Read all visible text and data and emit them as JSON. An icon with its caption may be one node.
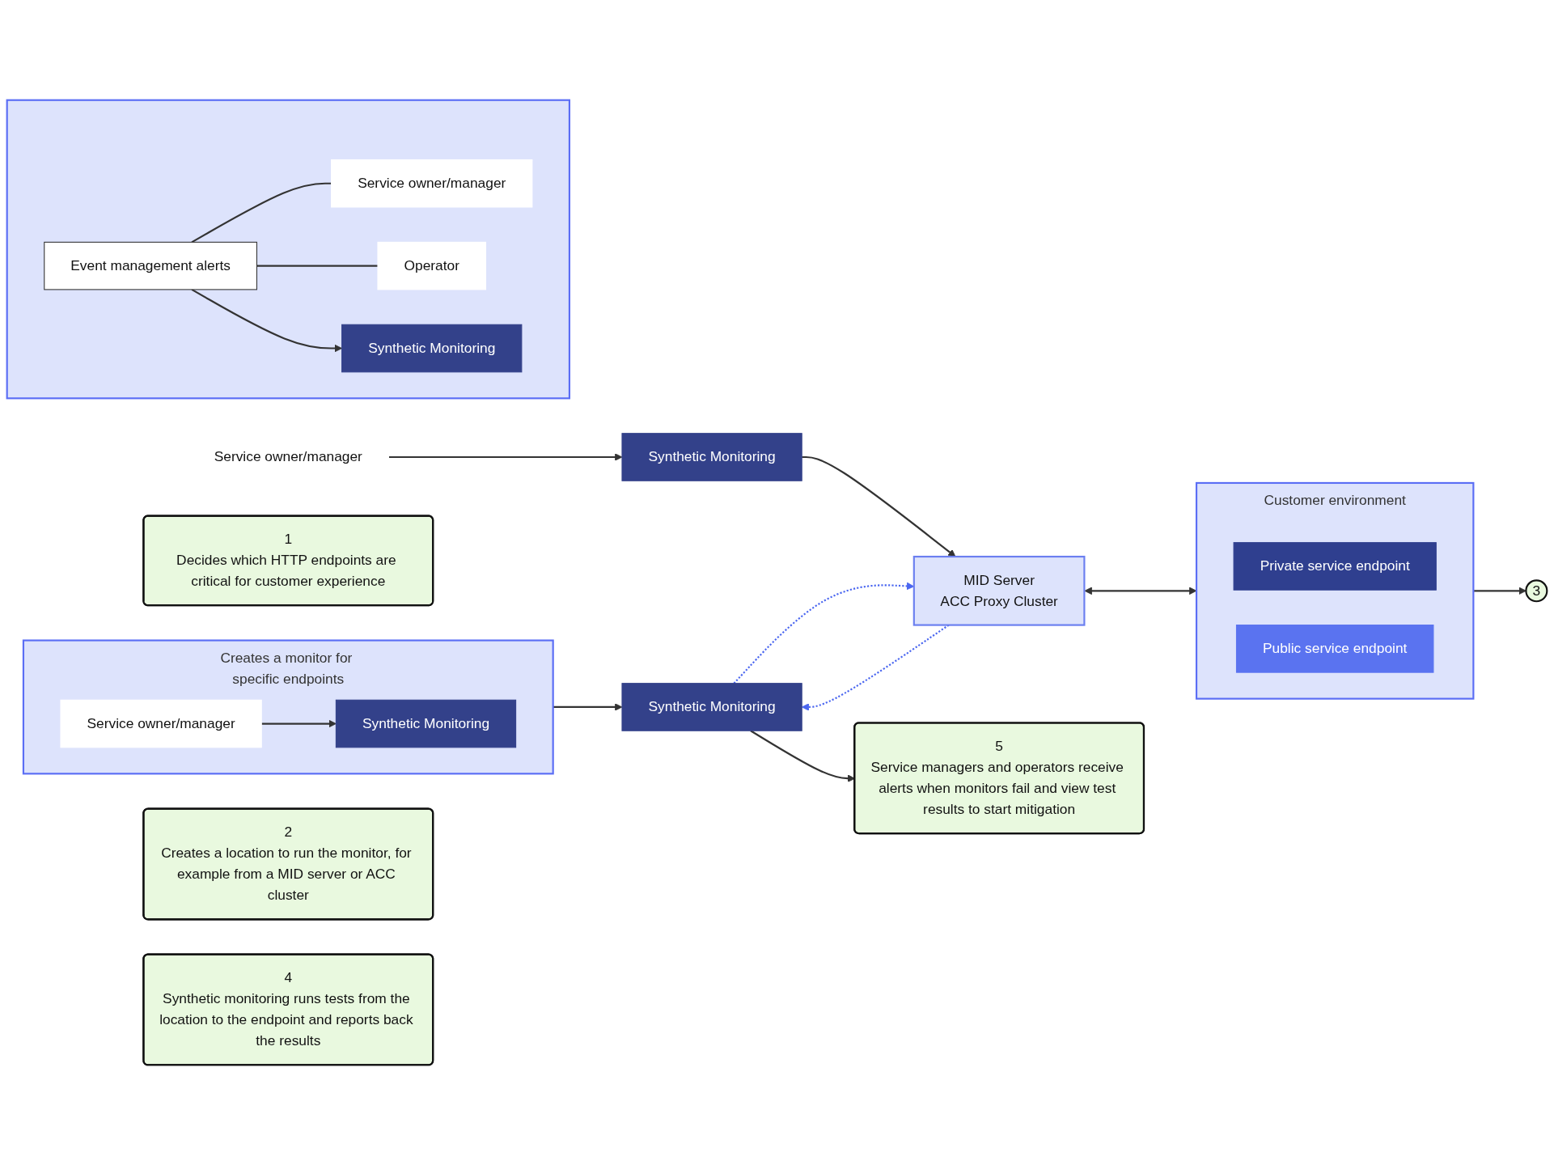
{
  "diagram": {
    "nodes": [
      {
        "text": [
          "1",
          "Decides which HTTP endpoints are critical for customer experience"
        ]
      },
      {
        "text": [
          "Service owner/manager"
        ]
      },
      {
        "text": [
          "2",
          "Creates a location to run the monitor, for example from a MID server or ACC cluster"
        ]
      },
      {
        "text": [
          "Synthetic Monitoring"
        ]
      },
      {
        "text": [
          "MID Server",
          "ACC Proxy Cluster"
        ]
      },
      {
        "text": [
          "Customer environment"
        ]
      },
      {
        "text": [
          "Private service endpoint"
        ],
        "in": 5
      },
      {
        "text": [
          "Public service endpoint"
        ],
        "in": 5
      },
      {
        "text": [
          "3"
        ]
      },
      {
        "text": [
          "Creates a monitor for specific endpoints"
        ]
      },
      {
        "text": [
          "Service owner/manager"
        ],
        "in": 9
      },
      {
        "text": [
          "Synthetic Monitoring"
        ],
        "in": 9
      },
      {
        "text": [
          "4",
          "Synthetic monitoring runs tests from the location to the endpoint and reports back the results"
        ]
      },
      {
        "text": [
          "Synthetic Monitoring"
        ]
      },
      {
        "text": [
          "5",
          "Service managers and operators receive alerts when monitors fail and view test results to start mitigation"
        ]
      },
      {
        "text": [],
        "shape": "box"
      },
      {
        "text": [
          "Event management alerts"
        ],
        "in": 15
      },
      {
        "text": [
          "Service owner/manager"
        ],
        "in": 15
      },
      {
        "text": [
          "Operator"
        ],
        "in": 15
      },
      {
        "text": [
          "Synthetic Monitoring"
        ],
        "in": 15
      }
    ],
    "edges": [
      {
        "from": 1,
        "to": 3,
        "arrow": "to"
      },
      {
        "from": 3,
        "to": 4,
        "arrow": "to"
      },
      {
        "from": 4,
        "to": 5,
        "arrow": "both"
      },
      {
        "from": 5,
        "to": 8,
        "arrow": "to"
      },
      {
        "from": 10,
        "to": 11,
        "arrow": "to"
      },
      {
        "from": 9,
        "to": 13,
        "arrow": "to"
      },
      {
        "from": 4,
        "to": 13,
        "arrow": "to",
        "style": "dashed",
        "color": "#4a66f0"
      },
      {
        "from": 13,
        "to": 4,
        "arrow": "to",
        "style": "dashed",
        "color": "#4a66f0"
      },
      {
        "from": 13,
        "to": 14,
        "arrow": "to"
      },
      {
        "from": 16,
        "to": 17,
        "arrow": "none"
      },
      {
        "from": 16,
        "to": 18,
        "arrow": "none"
      },
      {
        "from": 16,
        "to": 19,
        "arrow": "to"
      }
    ]
  }
}
